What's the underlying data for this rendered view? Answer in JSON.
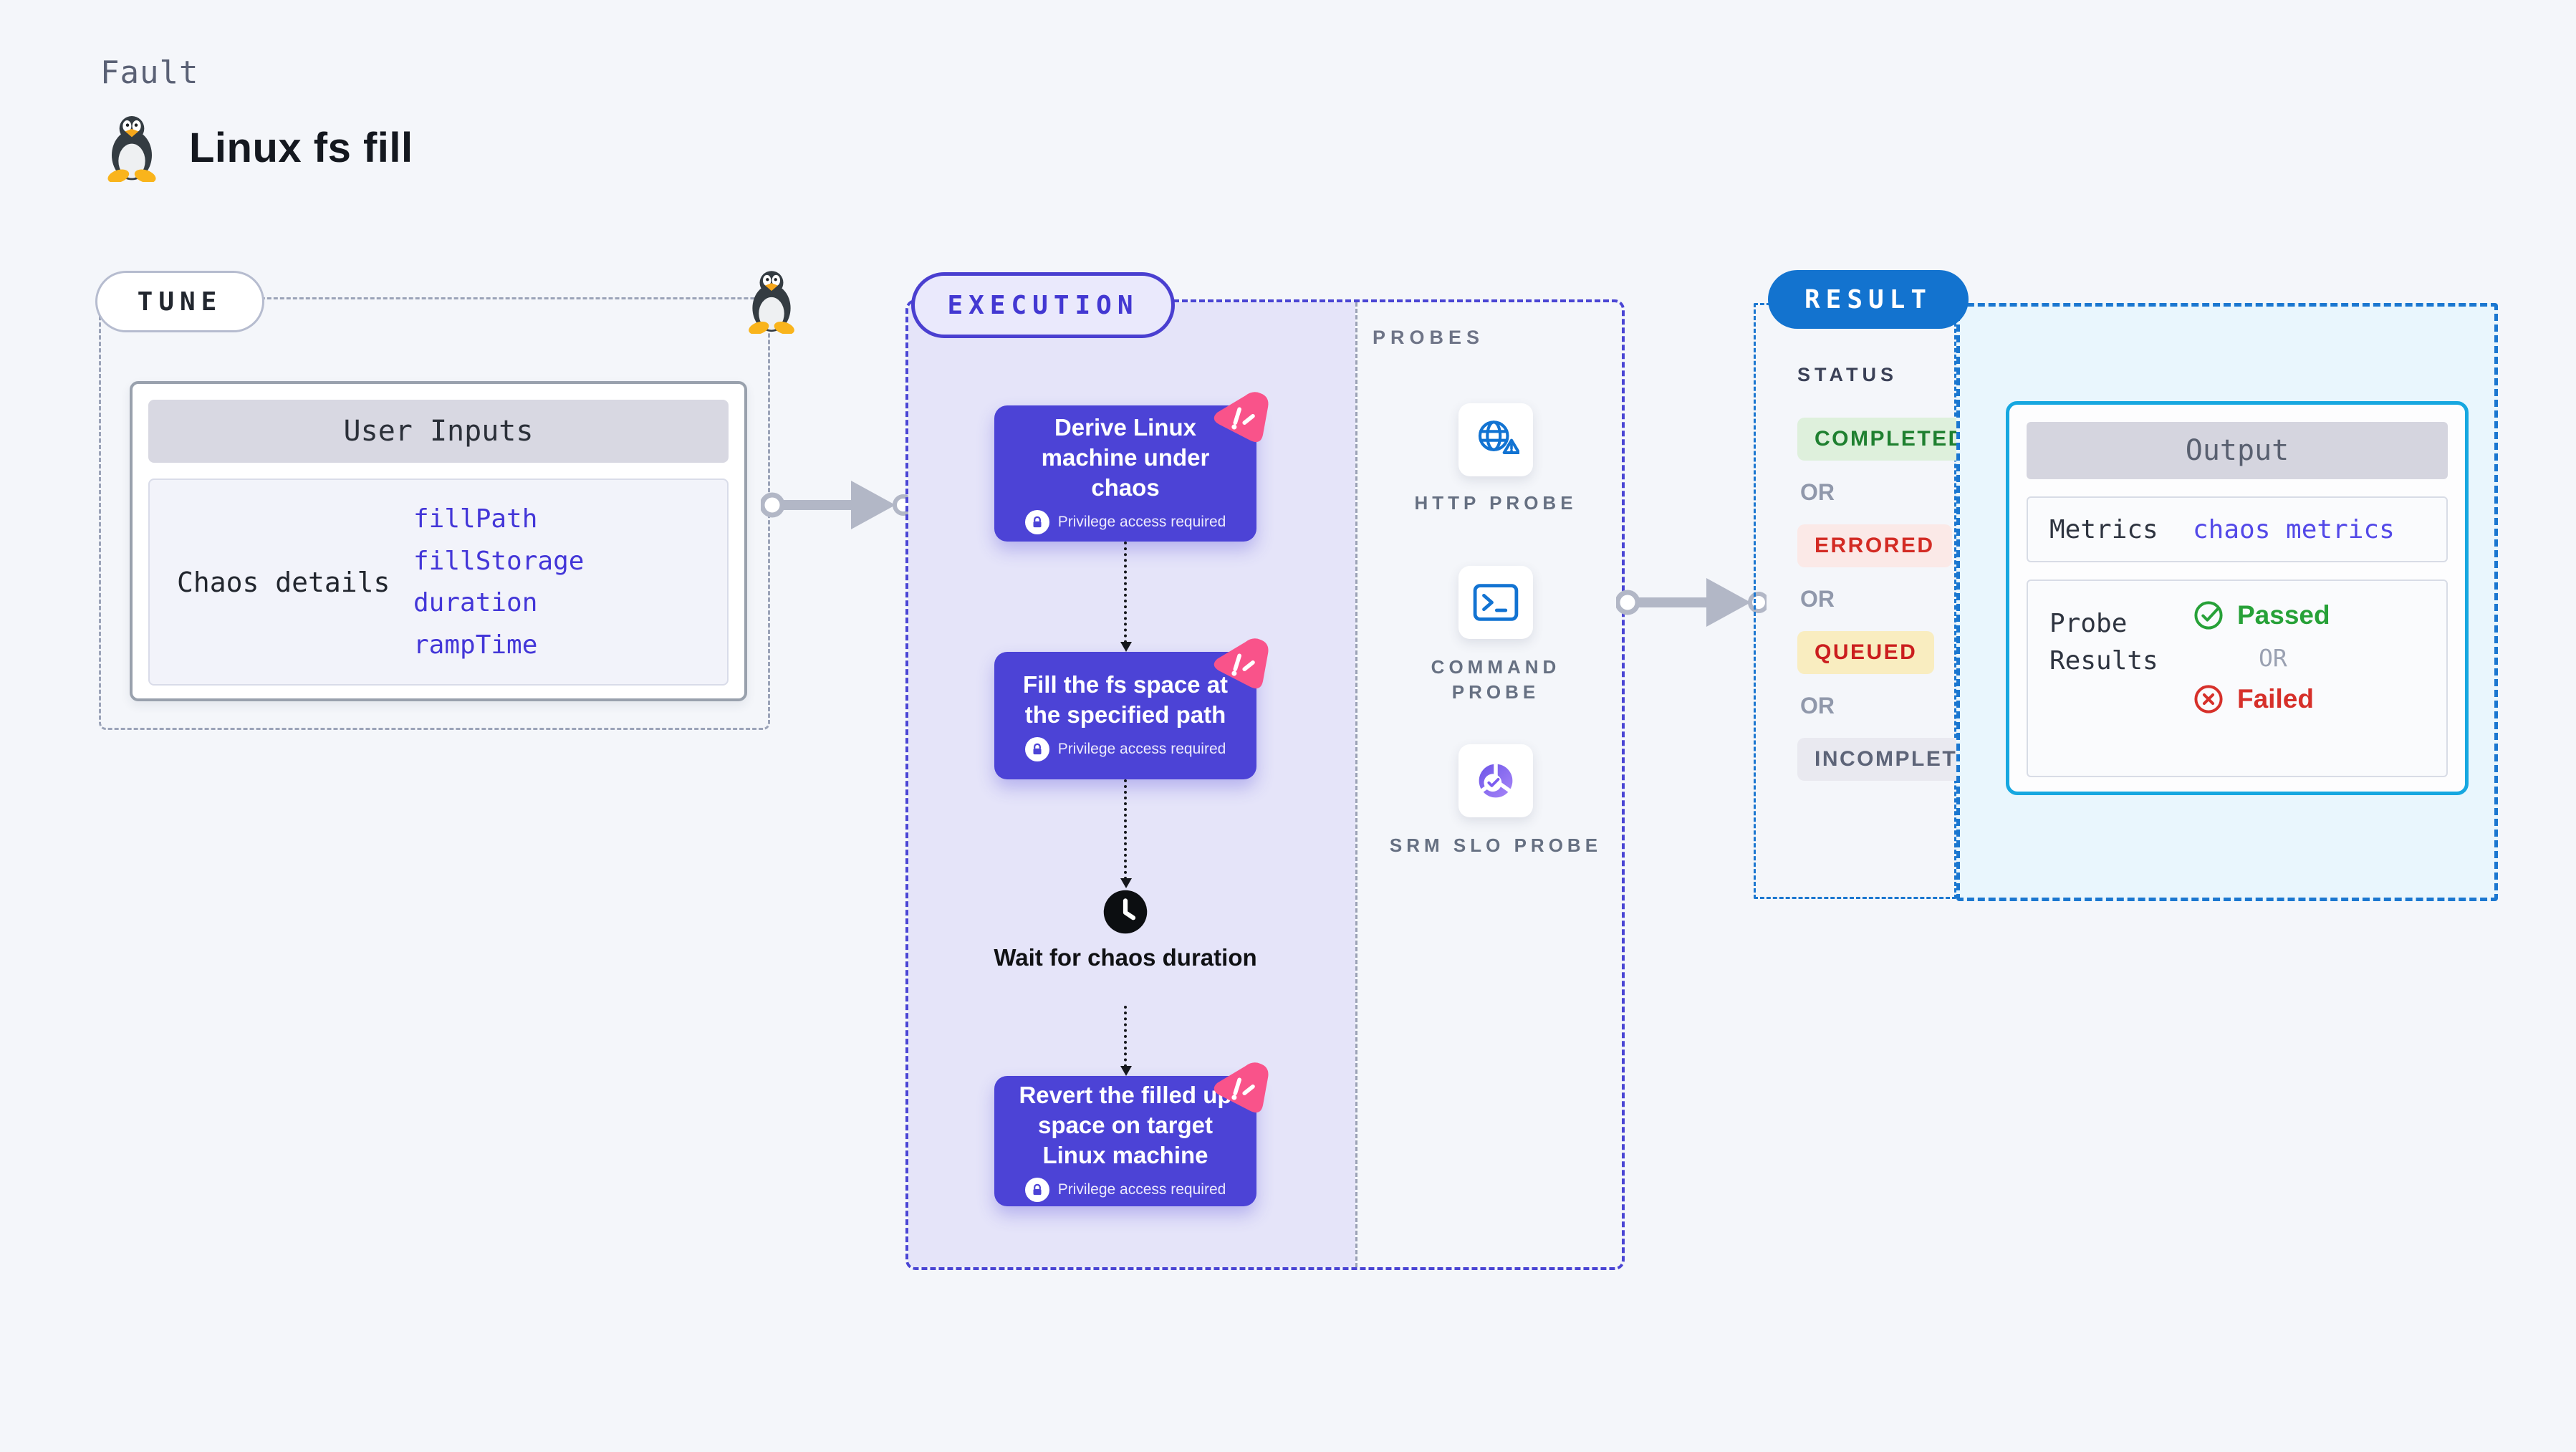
{
  "header": {
    "kicker": "Fault",
    "title": "Linux fs fill"
  },
  "tune": {
    "pill_label": "TUNE",
    "card": {
      "title": "User Inputs",
      "row_label": "Chaos details",
      "values": [
        "fillPath",
        "fillStorage",
        "duration",
        "rampTime"
      ]
    }
  },
  "execution": {
    "pill_label": "EXECUTION",
    "steps": [
      {
        "title": "Derive Linux machine under chaos",
        "note": "Privilege access required"
      },
      {
        "title": "Fill the fs space at the specified path",
        "note": "Privilege access required"
      },
      {
        "title": "Revert the filled up space on target Linux machine",
        "note": "Privilege access required"
      }
    ],
    "wait_label": "Wait for chaos duration",
    "probes": {
      "heading": "PROBES",
      "items": [
        {
          "label": "HTTP PROBE",
          "icon": "globe-warning-icon"
        },
        {
          "label": "COMMAND PROBE",
          "icon": "terminal-icon"
        },
        {
          "label": "SRM SLO PROBE",
          "icon": "slo-donut-icon"
        }
      ]
    }
  },
  "result": {
    "pill_label": "RESULT",
    "status": {
      "heading": "STATUS",
      "separator": "OR",
      "badges": [
        {
          "label": "COMPLETED",
          "fg": "#1f8030",
          "bg": "#def0dc"
        },
        {
          "label": "ERRORED",
          "fg": "#d32b24",
          "bg": "#fbe9e7"
        },
        {
          "label": "QUEUED",
          "fg": "#cb1e1e",
          "bg": "#f9edc0"
        },
        {
          "label": "INCOMPLETED",
          "fg": "#5d6478",
          "bg": "#e9e9f0"
        }
      ]
    },
    "output": {
      "title": "Output",
      "metrics_label": "Metrics",
      "metrics_value": "chaos metrics",
      "probe_results_label": "Probe Results",
      "passed_label": "Passed",
      "separator": "OR",
      "failed_label": "Failed"
    }
  },
  "colors": {
    "page_bg": "#f4f6fa",
    "step_card": "#4c43d6",
    "execution_border": "#4a45d4",
    "execution_fill": "#e5e4f9",
    "result_blue": "#1373cf",
    "result_border": "#1b77d0",
    "output_bg": "#e9f6fd",
    "output_card_border": "#16a7e0",
    "probe_icon_blue": "#1273d2",
    "passed_green": "#27a138",
    "failed_red": "#d6302a",
    "fault_badge_pink": "#f9538a",
    "value_indigo": "#4336d8"
  }
}
